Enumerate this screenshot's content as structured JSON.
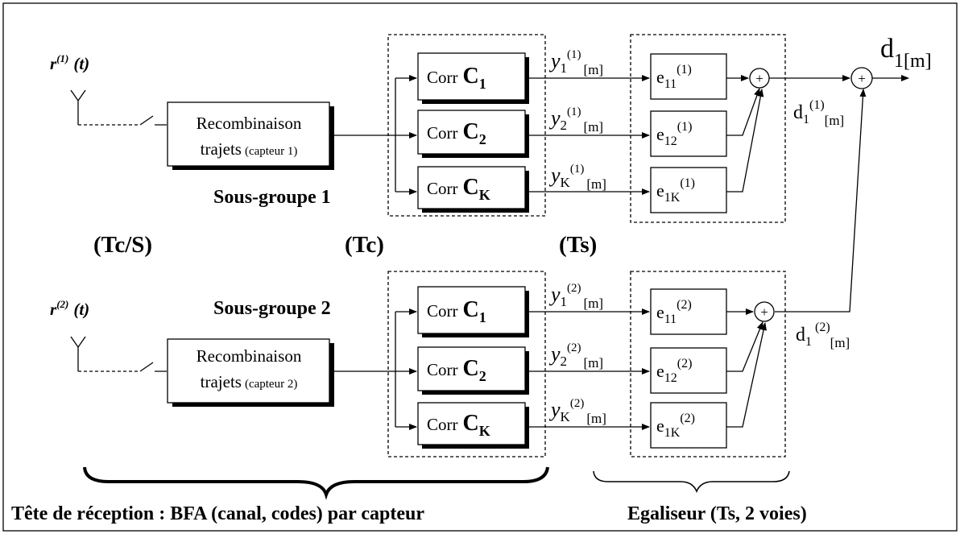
{
  "output": {
    "letter": "d",
    "sub": "1[m]"
  },
  "groups": [
    {
      "antenna": {
        "r": "r",
        "sup": "(1)",
        "t": "(t)"
      },
      "recomb": {
        "line1": "Recombinaison",
        "line2a": "trajets",
        "line2b": "(capteur 1)"
      },
      "label": "Sous-groupe 1",
      "corr": [
        {
          "prefix": "Corr",
          "letter": "C",
          "sub": "1"
        },
        {
          "prefix": "Corr",
          "letter": "C",
          "sub": "2"
        },
        {
          "prefix": "Corr",
          "letter": "C",
          "sub": "K"
        }
      ],
      "signals": [
        {
          "y": "y",
          "sub": "1",
          "sup": "(1)",
          "m": "[m]"
        },
        {
          "y": "y",
          "sub": "2",
          "sup": "(1)",
          "m": "[m]"
        },
        {
          "y": "y",
          "sub": "K",
          "sup": "(1)",
          "m": "[m]"
        }
      ],
      "eq": [
        {
          "e": "e",
          "sub": "11",
          "sup": "(1)"
        },
        {
          "e": "e",
          "sub": "12",
          "sup": "(1)"
        },
        {
          "e": "e",
          "sub": "1K",
          "sup": "(1)"
        }
      ],
      "sumSymbol": "+",
      "dout": {
        "d": "d",
        "sub": "1",
        "sup": "(1)",
        "m": "[m]"
      }
    },
    {
      "antenna": {
        "r": "r",
        "sup": "(2)",
        "t": "(t)"
      },
      "recomb": {
        "line1": "Recombinaison",
        "line2a": "trajets",
        "line2b": "(capteur 2)"
      },
      "label": "Sous-groupe 2",
      "corr": [
        {
          "prefix": "Corr",
          "letter": "C",
          "sub": "1"
        },
        {
          "prefix": "Corr",
          "letter": "C",
          "sub": "2"
        },
        {
          "prefix": "Corr",
          "letter": "C",
          "sub": "K"
        }
      ],
      "signals": [
        {
          "y": "y",
          "sub": "1",
          "sup": "(2)",
          "m": "[m]"
        },
        {
          "y": "y",
          "sub": "2",
          "sup": "(2)",
          "m": "[m]"
        },
        {
          "y": "y",
          "sub": "K",
          "sup": "(2)",
          "m": "[m]"
        }
      ],
      "eq": [
        {
          "e": "e",
          "sub": "11",
          "sup": "(2)"
        },
        {
          "e": "e",
          "sub": "12",
          "sup": "(2)"
        },
        {
          "e": "e",
          "sub": "1K",
          "sup": "(2)"
        }
      ],
      "sumSymbol": "+",
      "dout": {
        "d": "d",
        "sub": "1",
        "sup": " (2)",
        "m": "[m]"
      }
    }
  ],
  "finalSumSymbol": "+",
  "rates": {
    "tcs": "(Tc/S)",
    "tc": "(Tc)",
    "ts": "(Ts)"
  },
  "bottom": {
    "left": "Tête de réception : BFA (canal, codes) par capteur",
    "right": "Egaliseur (Ts, 2 voies)"
  }
}
